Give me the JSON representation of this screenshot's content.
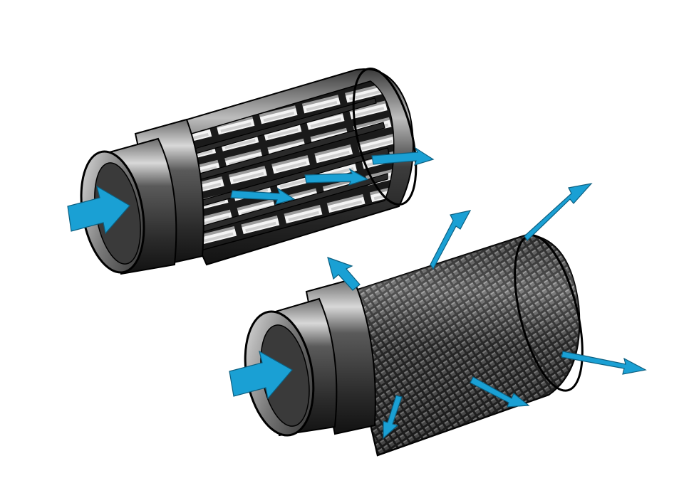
{
  "colors": {
    "background": "#ffffff",
    "metal_dark": "#1c1c1c",
    "metal_mid": "#4a4a4a",
    "metal_light": "#8a8a8a",
    "highlight": "#e6e6e6",
    "outline": "#000000",
    "flow_arrow": "#1aa0d4"
  },
  "objects": [
    {
      "name": "slotted-cage-cylinder",
      "icon": "slotted-tube"
    },
    {
      "name": "mesh-grid-cylinder",
      "icon": "mesh-tube"
    }
  ],
  "arrows": {
    "flow_icon": "blue-arrow"
  }
}
